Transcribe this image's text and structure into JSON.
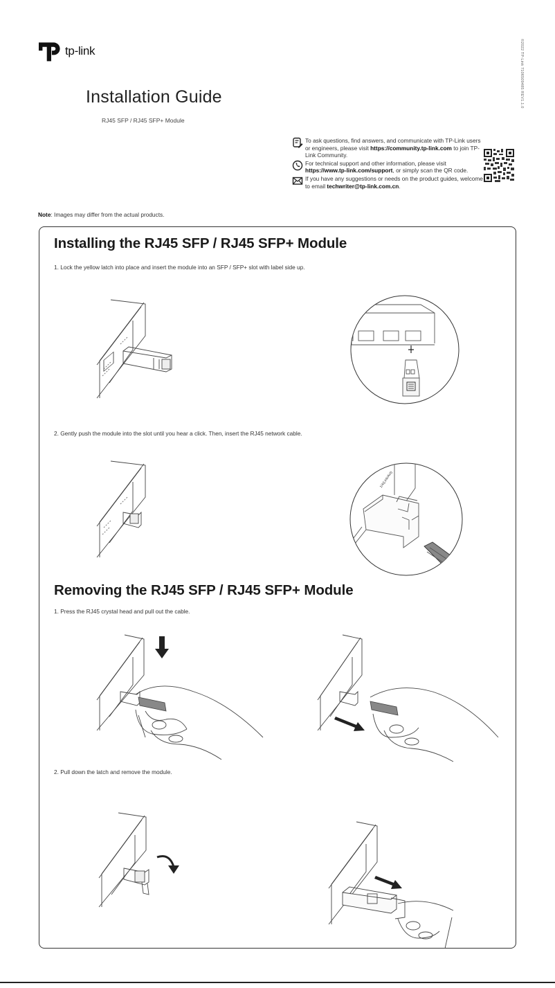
{
  "header": {
    "brand": "tp-link",
    "logo_icon": "tp-link-logo-icon",
    "title": "Installation Guide",
    "subtitle": "RJ45 SFP / RJ45 SFP+ Module",
    "vertical_code": "©2022 TP-Link  7106509485  REV1.1.0"
  },
  "support": {
    "community": {
      "icon": "community-edit-icon",
      "text_before": "To ask questions, find answers, and communicate with TP-Link users or engineers, please visit ",
      "link": "https://community.tp-link.com",
      "text_after": " to join TP-Link Community."
    },
    "tech_support": {
      "icon": "phone-icon",
      "text_before": "For technical support and other information, please visit ",
      "link": "https://www.tp-link.com/support",
      "text_after": ", or simply scan the QR code."
    },
    "email": {
      "icon": "mail-icon",
      "text_before": "If you have any suggestions or needs on the product guides, welcome to email ",
      "link": "techwriter@tp-link.com.cn",
      "text_after": "."
    },
    "qr_icon": "qr-code"
  },
  "note": {
    "label": "Note",
    "text": ": Images may differ from the actual products."
  },
  "sections": [
    {
      "title": "Installing the RJ45 SFP / RJ45 SFP+ Module",
      "steps": [
        {
          "text": "1. Lock the yellow latch into place and insert the module into an SFP / SFP+ slot with label side up.",
          "figures": [
            "switch-with-module-inserted-illustration",
            "slot-closeup-circle-illustration"
          ]
        },
        {
          "text": "2. Gently push the module into the slot until you hear a click. Then, insert the RJ45 network cable.",
          "figures": [
            "module-seated-illustration",
            "rj45-cable-closeup-circle-illustration"
          ]
        }
      ]
    },
    {
      "title": "Removing the RJ45 SFP / RJ45 SFP+ Module",
      "steps": [
        {
          "text": "1. Press the RJ45 crystal head and pull out the cable.",
          "figures": [
            "press-down-cable-illustration",
            "pull-out-cable-illustration"
          ]
        },
        {
          "text": "2. Pull down the latch and remove the module.",
          "figures": [
            "pull-down-latch-illustration",
            "remove-module-illustration"
          ]
        }
      ]
    }
  ]
}
